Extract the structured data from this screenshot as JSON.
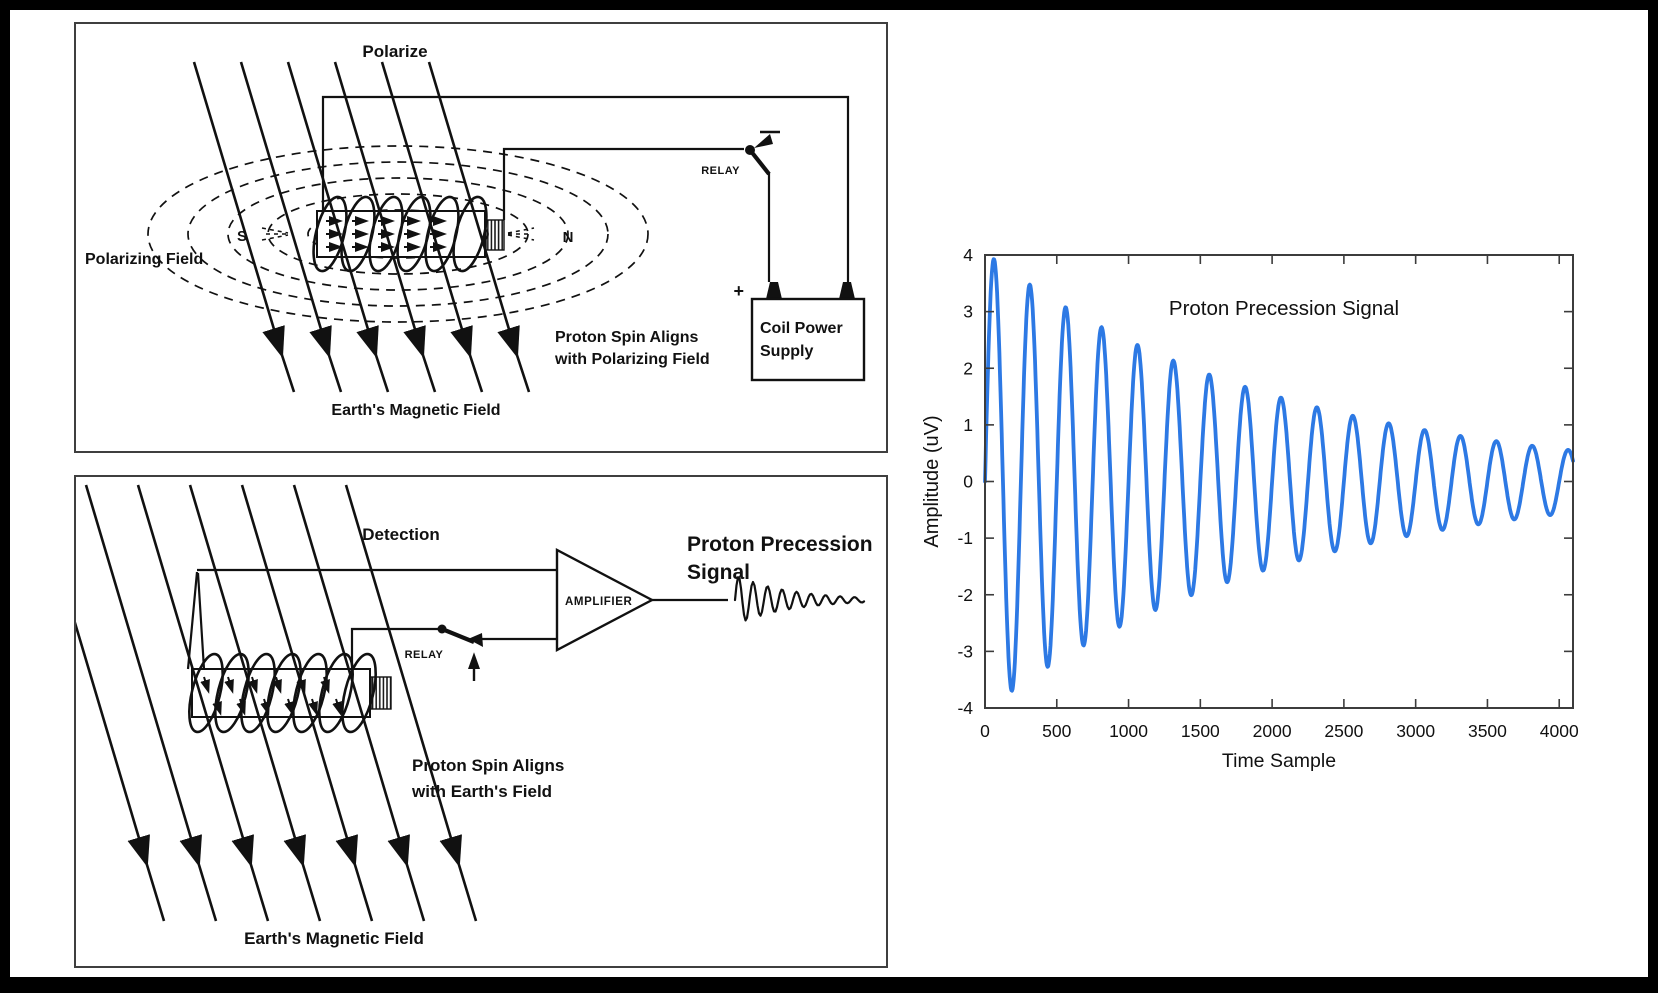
{
  "window": {
    "background": "#ffffff",
    "frame_color": "#000000",
    "ink_color": "#111111"
  },
  "panels": {
    "polarize": {
      "title": "Polarize",
      "polarizing_field_label": "Polarizing Field",
      "s_pole": "S",
      "n_pole": "N",
      "relay_label": "RELAY",
      "plus_sign": "+",
      "power_supply_line1": "Coil Power",
      "power_supply_line2": "Supply",
      "spin_caption_line1": "Proton Spin Aligns",
      "spin_caption_line2": "with Polarizing Field",
      "earth_field_label": "Earth's Magnetic Field"
    },
    "detection": {
      "title": "Detection",
      "relay_label": "RELAY",
      "amplifier_label": "AMPLIFIER",
      "signal_caption_line1": "Proton Precession",
      "signal_caption_line2": "Signal",
      "spin_caption_line1": "Proton Spin Aligns",
      "spin_caption_line2": "with Earth's Field",
      "earth_field_label": "Earth's Magnetic Field"
    }
  },
  "chart_data": {
    "type": "line",
    "title": "Proton Precession Signal",
    "xlabel": "Time Sample",
    "ylabel": "Amplitude (uV)",
    "xlim": [
      0,
      4096
    ],
    "ylim": [
      -4,
      4
    ],
    "xticks": [
      0,
      500,
      1000,
      1500,
      2000,
      2500,
      3000,
      3500,
      4000
    ],
    "yticks": [
      -4,
      -3,
      -2,
      -1,
      0,
      1,
      2,
      3,
      4
    ],
    "grid": false,
    "legend": null,
    "line_color": "#2d79e4",
    "axis_color": "#3c3c3c",
    "tick_label_color": "#262626",
    "series": [
      {
        "name": "proton_precession_signal",
        "model": "damped_sine",
        "amplitude_uV": 4.05,
        "period_samples": 250,
        "decay_tau_samples": 2050,
        "phase_rad": 0,
        "n_samples": 4096,
        "first_peak_uV": 3.9,
        "first_trough_uV": -3.65,
        "last_peak_uV": 0.55
      }
    ]
  }
}
